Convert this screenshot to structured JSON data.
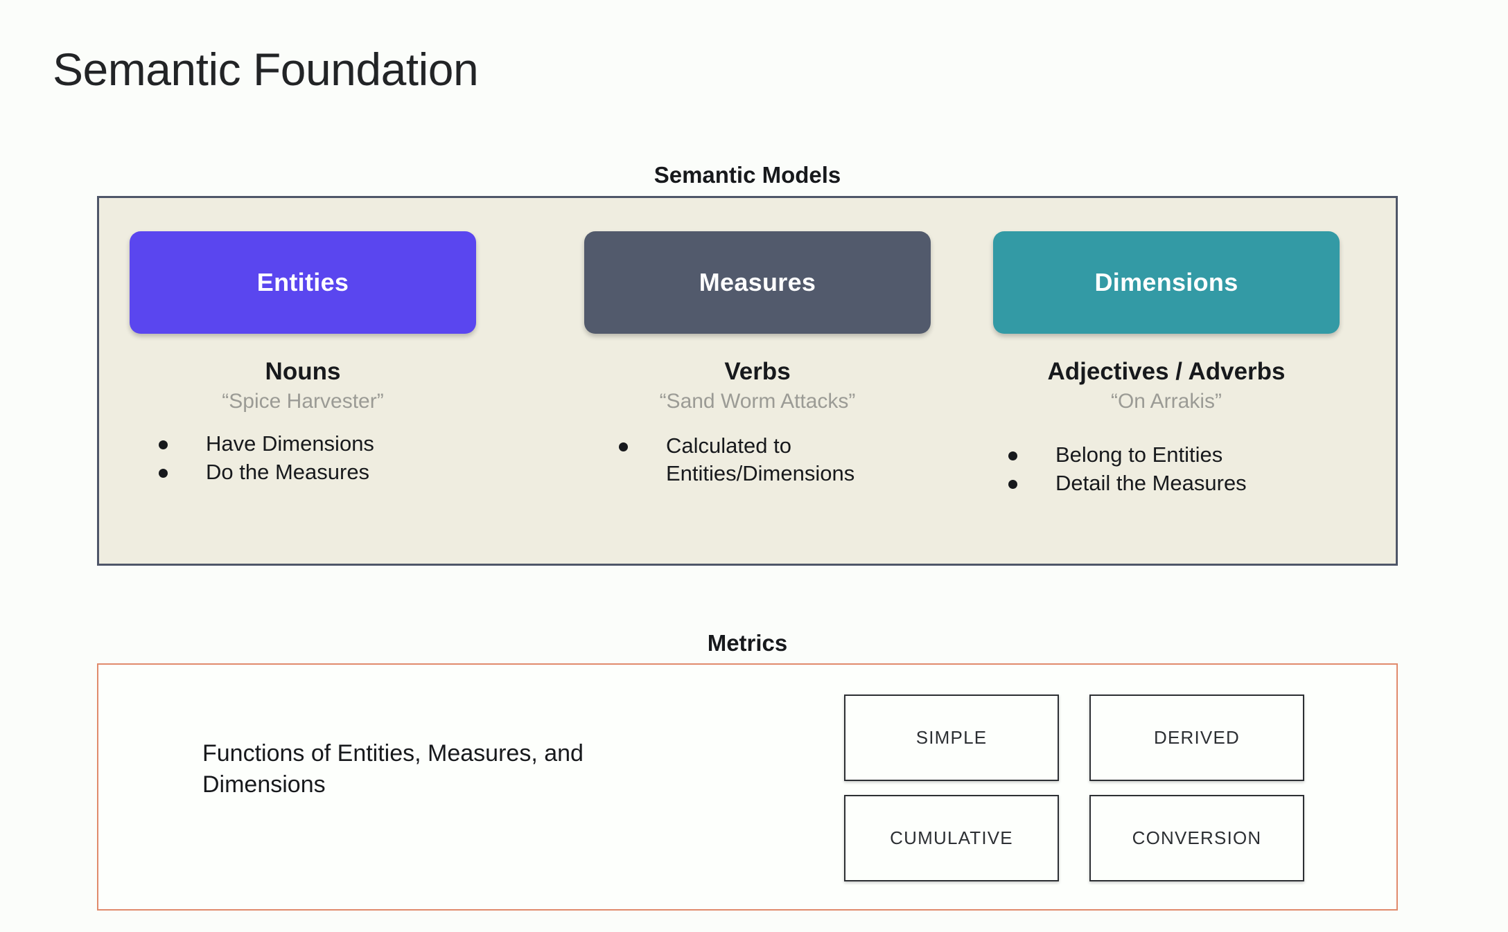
{
  "slide": {
    "title": "Semantic Foundation",
    "background_color": "#fbfdfa"
  },
  "semantic_models": {
    "heading": "Semantic Models",
    "panel_bg": "#efede0",
    "panel_border": "#4e5668",
    "columns": [
      {
        "pill_label": "Entities",
        "pill_color": "#5a46ef",
        "part_of_speech": "Nouns",
        "example": "“Spice Harvester”",
        "bullets": [
          "Have Dimensions",
          "Do the Measures"
        ]
      },
      {
        "pill_label": "Measures",
        "pill_color": "#525a6c",
        "part_of_speech": "Verbs",
        "example": "“Sand Worm Attacks”",
        "bullets": [
          "Calculated to Entities/Dimensions"
        ]
      },
      {
        "pill_label": "Dimensions",
        "pill_color": "#339aa5",
        "part_of_speech": "Adjectives / Adverbs",
        "example": "“On Arrakis”",
        "bullets": [
          "Belong to Entities",
          "Detail the Measures"
        ]
      }
    ]
  },
  "metrics": {
    "heading": "Metrics",
    "panel_border": "#e08a6b",
    "description": "Functions of Entities, Measures, and Dimensions",
    "types": [
      "SIMPLE",
      "DERIVED",
      "CUMULATIVE",
      "CONVERSION"
    ]
  }
}
